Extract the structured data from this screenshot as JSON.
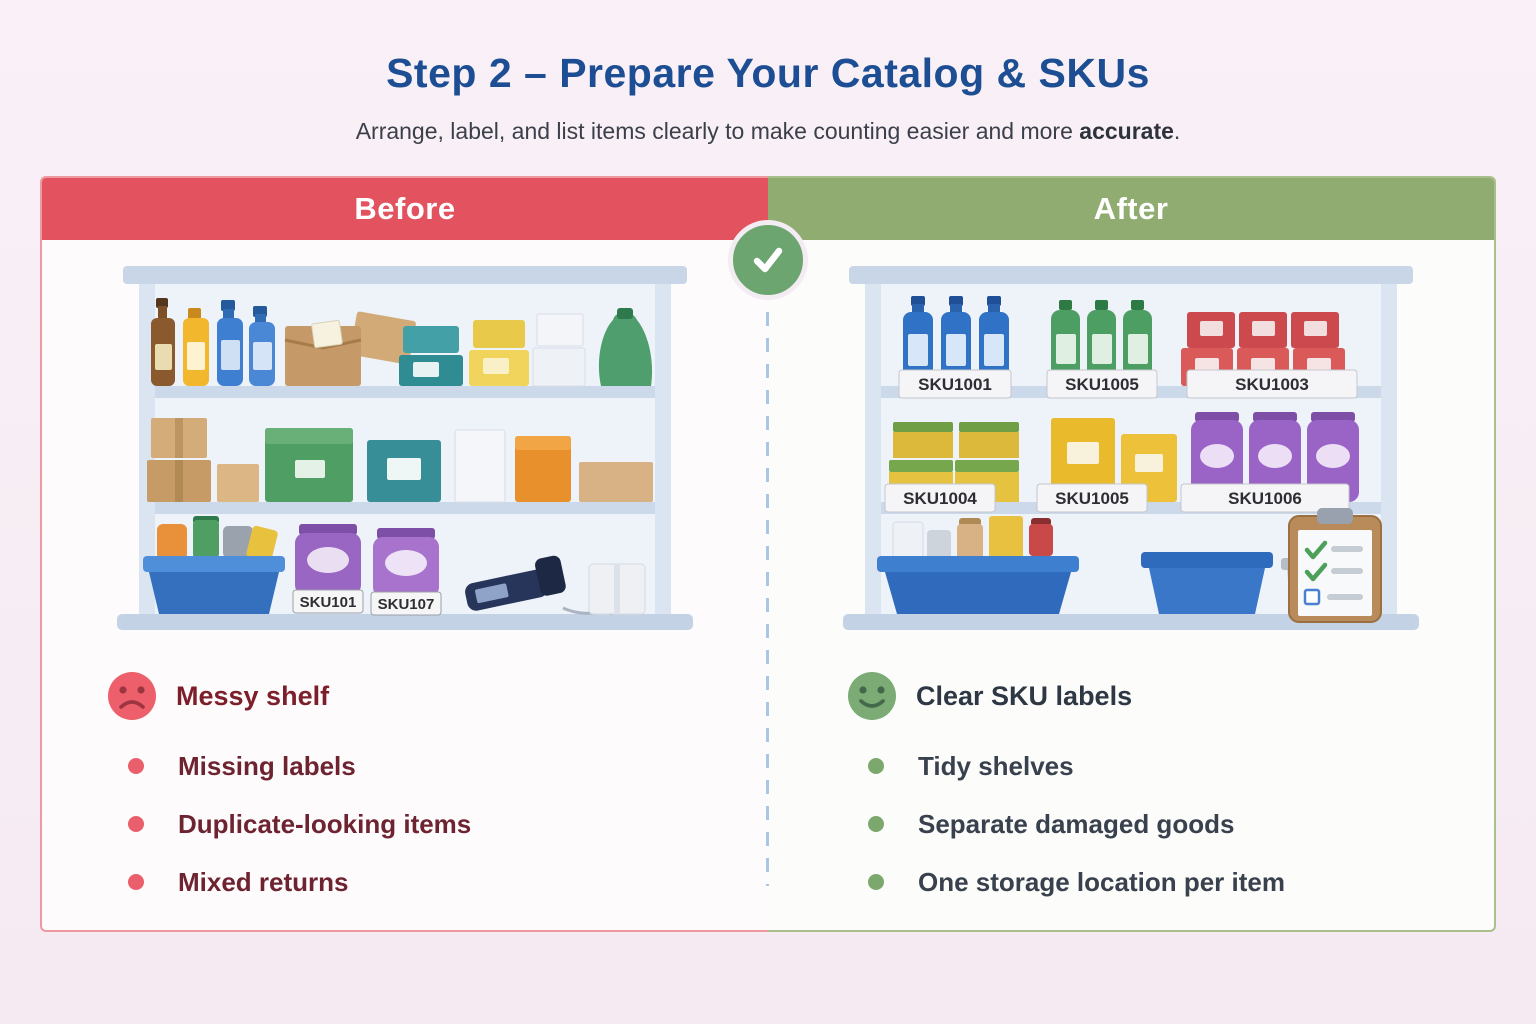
{
  "page": {
    "title": "Step 2 – Prepare Your Catalog & SKUs",
    "subtitle": {
      "prefix": "Arrange, label, and list items clearly to make counting easier and more ",
      "bold": "accurate",
      "suffix": "."
    }
  },
  "divider": {
    "check_icon": "✓"
  },
  "before": {
    "header": "Before",
    "pouch_labels": [
      "SKU101",
      "SKU107"
    ],
    "summary": "Messy shelf",
    "bullets": [
      "Missing labels",
      "Duplicate-looking items",
      "Mixed returns"
    ]
  },
  "after": {
    "header": "After",
    "shelf_top_labels": [
      "SKU1001",
      "SKU1005",
      "SKU1003"
    ],
    "shelf_middle_labels": [
      "SKU1004",
      "SKU1005",
      "SKU1006"
    ],
    "summary": "Clear SKU labels",
    "bullets": [
      "Tidy shelves",
      "Separate damaged goods",
      "One storage location per item"
    ]
  },
  "icons": {
    "check": "✓",
    "sad_face": "frowning red face",
    "smile_face": "smiling green face",
    "clipboard": "checklist clipboard"
  },
  "colors": {
    "title_blue": "#1d4e93",
    "before_accent": "#e2535f",
    "after_accent": "#90ac71",
    "check_circle": "#6ca56f",
    "before_text": "#6e2430",
    "after_text": "#39414e",
    "background": "#f7edf4"
  }
}
